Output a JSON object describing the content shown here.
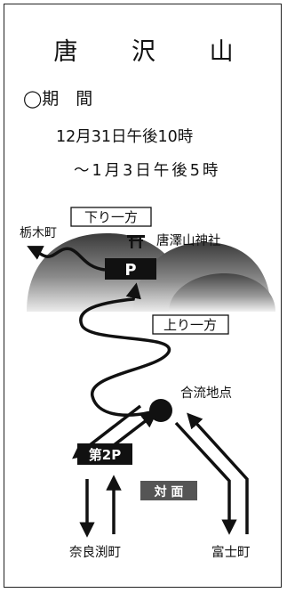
{
  "title": "唐 沢 山",
  "period": {
    "heading": "◯期　間",
    "line1": "12月31日午後10時",
    "line2": "～1月3日午後5時"
  },
  "map": {
    "labels": {
      "tochigi": "栃木町",
      "downhill_oneway": "下り一方",
      "shrine": "唐澤山神社",
      "parking_p": "P",
      "uphill_oneway": "上り一方",
      "junction": "合流地点",
      "parking_2p": "第2P",
      "two_way": "対 面",
      "narabuchi": "奈良渕町",
      "fujimachi": "富士町"
    },
    "icons": {
      "shrine": "torii-icon"
    },
    "colors": {
      "mountain_dark": "#3a3a3a",
      "mountain_light": "#d8d8d8",
      "road": "#111111",
      "badge_bg": "#111111",
      "two_way_bg": "#555555"
    }
  }
}
